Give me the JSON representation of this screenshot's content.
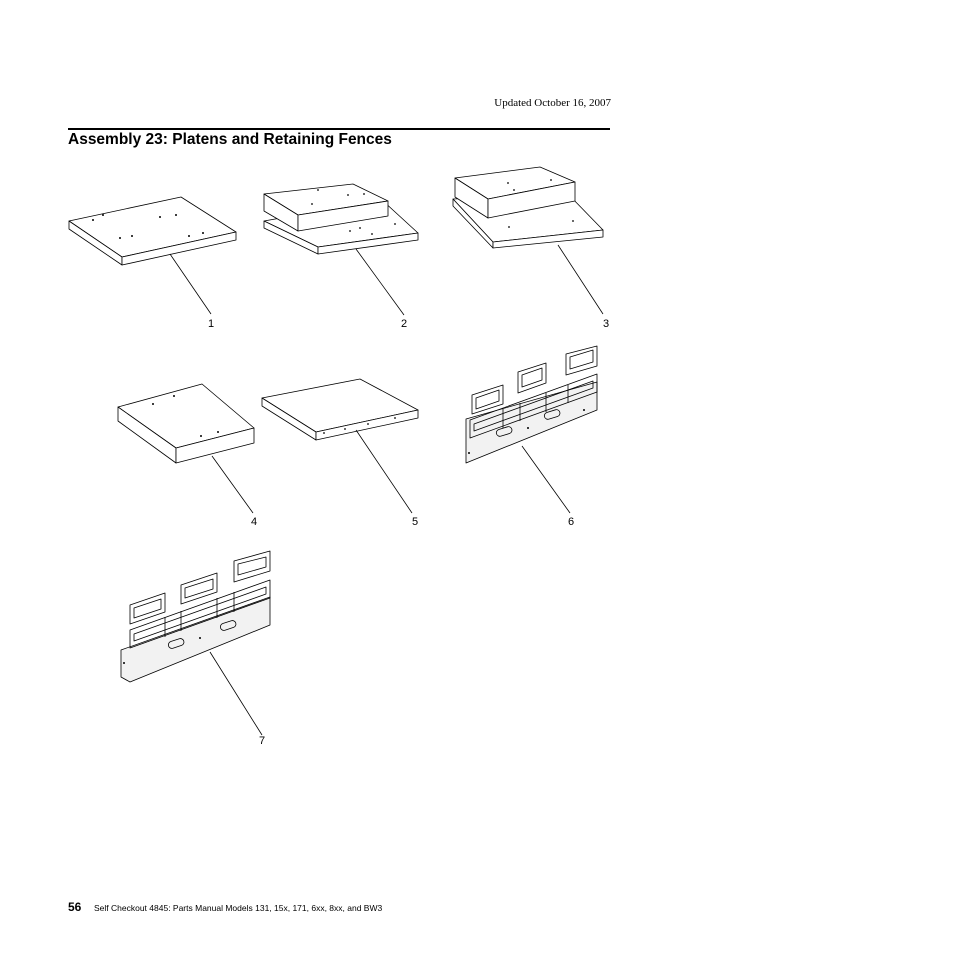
{
  "header": {
    "updated": "Updated October 16, 2007"
  },
  "title": "Assembly 23: Platens and Retaining Fences",
  "callouts": [
    "1",
    "2",
    "3",
    "4",
    "5",
    "6",
    "7"
  ],
  "footer": {
    "page_number": "56",
    "text": "Self Checkout 4845:  Parts Manual Models 131, 15x, 171, 6xx, 8xx, and BW3"
  }
}
